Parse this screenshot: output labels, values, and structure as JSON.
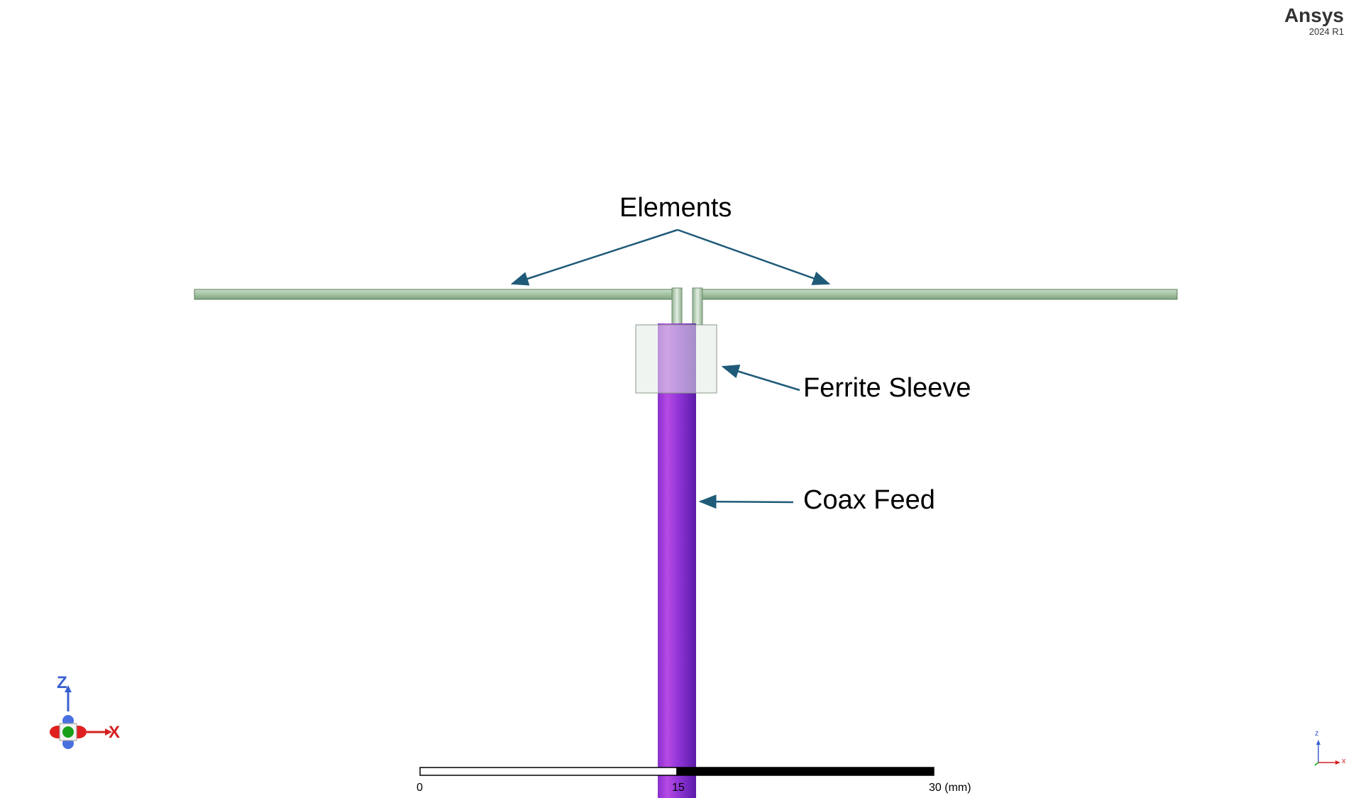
{
  "branding": {
    "name": "Ansys",
    "version": "2024 R1"
  },
  "annotations": {
    "elements": "Elements",
    "ferrite_sleeve": "Ferrite Sleeve",
    "coax_feed": "Coax Feed"
  },
  "scale_bar": {
    "start": "0",
    "mid": "15",
    "end": "30 (mm)"
  },
  "triad": {
    "z_axis": "Z",
    "x_axis": "X"
  },
  "mini_triad": {
    "z_axis": "z",
    "x_axis": "x"
  },
  "colors": {
    "element_fill": "#a8c8a8",
    "element_stroke": "#5c7e5c",
    "coax": "#9a3fd4",
    "coax_dark": "#6a20b0",
    "sleeve": "#dfe6df",
    "leader": "#1f5b78",
    "axis_z": "#3a60d0",
    "axis_x": "#d42020",
    "center": "#18a018"
  }
}
